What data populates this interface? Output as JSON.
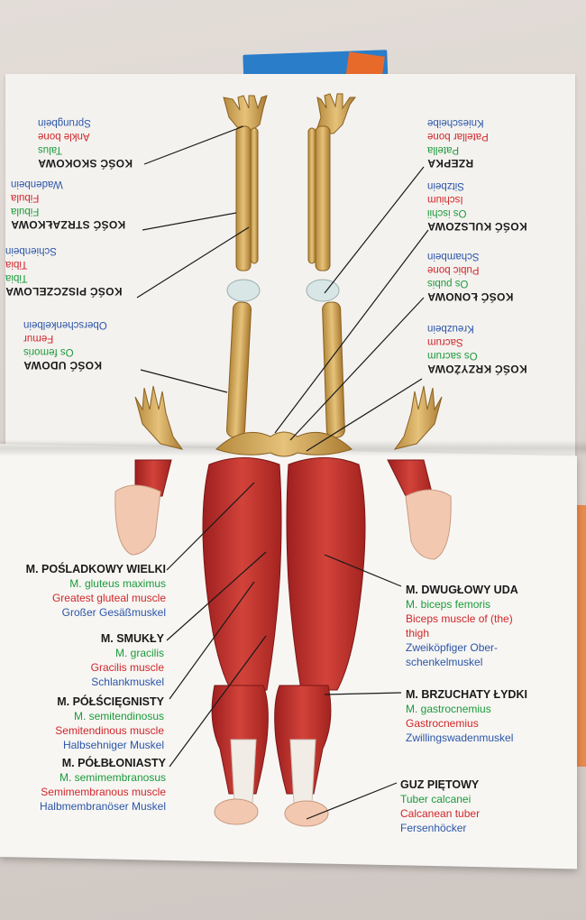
{
  "bones": [
    {
      "pl": "KOŚĆ SKOKOWA",
      "la": "Talus",
      "en": "Ankle bone",
      "de": "Sprungbein"
    },
    {
      "pl": "KOŚĆ STRZAŁKOWA",
      "la": "Fibula",
      "en": "Fibula",
      "de": "Wadenbein"
    },
    {
      "pl": "KOŚĆ PISZCZELOWA",
      "la": "Tibia",
      "en": "Tibia",
      "de": "Schienbein"
    },
    {
      "pl": "KOŚĆ UDOWA",
      "la": "Os femoris",
      "en": "Femur",
      "de": "Oberschenkelbein"
    },
    {
      "pl": "RZEPKA",
      "la": "Patella",
      "en": "Patellar bone",
      "de": "Kniescheibe"
    },
    {
      "pl": "KOŚĆ KULSZOWA",
      "la": "Os ischii",
      "en": "Ischium",
      "de": "Sitzbein"
    },
    {
      "pl": "KOŚĆ ŁONOWA",
      "la": "Os pubis",
      "en": "Pubic bone",
      "de": "Schambein"
    },
    {
      "pl": "KOŚĆ KRZYŻOWA",
      "la": "Os sacrum",
      "en": "Sacrum",
      "de": "Kreuzbein"
    }
  ],
  "muscles": [
    {
      "pl": "M. POŚLADKOWY WIELKI",
      "la": "M. gluteus maximus",
      "en": "Greatest gluteal muscle",
      "de": "Großer Gesäßmuskel"
    },
    {
      "pl": "M. SMUKŁY",
      "la": "M. gracilis",
      "en": "Gracilis muscle",
      "de": "Schlankmuskel"
    },
    {
      "pl": "M. PÓŁŚCIĘGNISTY",
      "la": "M. semitendinosus",
      "en": "Semitendinous muscle",
      "de": "Halbsehniger Muskel"
    },
    {
      "pl": "M. PÓŁBŁONIASTY",
      "la": "M. semimembranosus",
      "en": "Semimembranous muscle",
      "de": "Halbmembranöser Muskel"
    },
    {
      "pl": "M. DWUGŁOWY UDA",
      "la": "M. biceps femoris",
      "en1": "Biceps muscle of (the)",
      "en2": "thigh",
      "de1": "Zweiköpfiger Ober-",
      "de2": "schenkelmuskel"
    },
    {
      "pl": "M. BRZUCHATY ŁYDKI",
      "la": "M. gastrocnemius",
      "en": "Gastrocnemius",
      "de": "Zwillingswadenmuskel"
    },
    {
      "pl": "GUZ PIĘTOWY",
      "la": "Tuber calcanei",
      "en": "Calcanean tuber",
      "de": "Fersenhöcker"
    }
  ],
  "colors": {
    "latin": "#1b9a3a",
    "english": "#d0262a",
    "german": "#2b55a8",
    "polish": "#1a1a1a"
  }
}
